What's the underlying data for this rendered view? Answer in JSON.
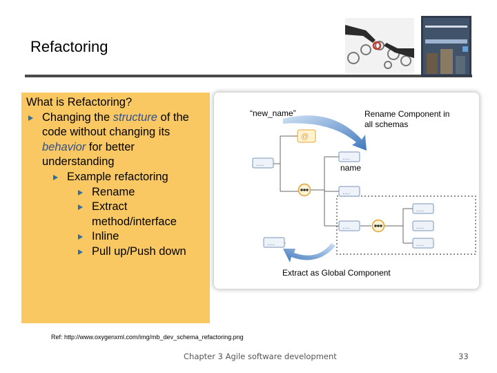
{
  "slide": {
    "title": "Refactoring",
    "bullets": {
      "l0": "What is Refactoring?",
      "l1_a": "Changing the ",
      "l1_b": "structure",
      "l1_c": " of the code without changing its ",
      "l1_d": "behavior",
      "l1_e": " for better understanding",
      "l2": "Example refactoring",
      "l3": [
        "Rename",
        "Extract method/interface",
        "Inline",
        "Pull up/Push down"
      ]
    },
    "ref": "Ref:  http://www.oxygenxml.com/img/mb_dev_schema_refactoring.png",
    "footer": "Chapter 3 Agile software development",
    "page_number": "33"
  },
  "diagram": {
    "new_name_label": "“new_name”",
    "rename_label_1": "Rename Component in",
    "rename_label_2": "all schemas",
    "name_label": "name",
    "extract_label": "Extract as Global Component",
    "element_dots": "....",
    "accent_orange": "#e8a33a",
    "arrow_blue": "#4c83c3"
  }
}
